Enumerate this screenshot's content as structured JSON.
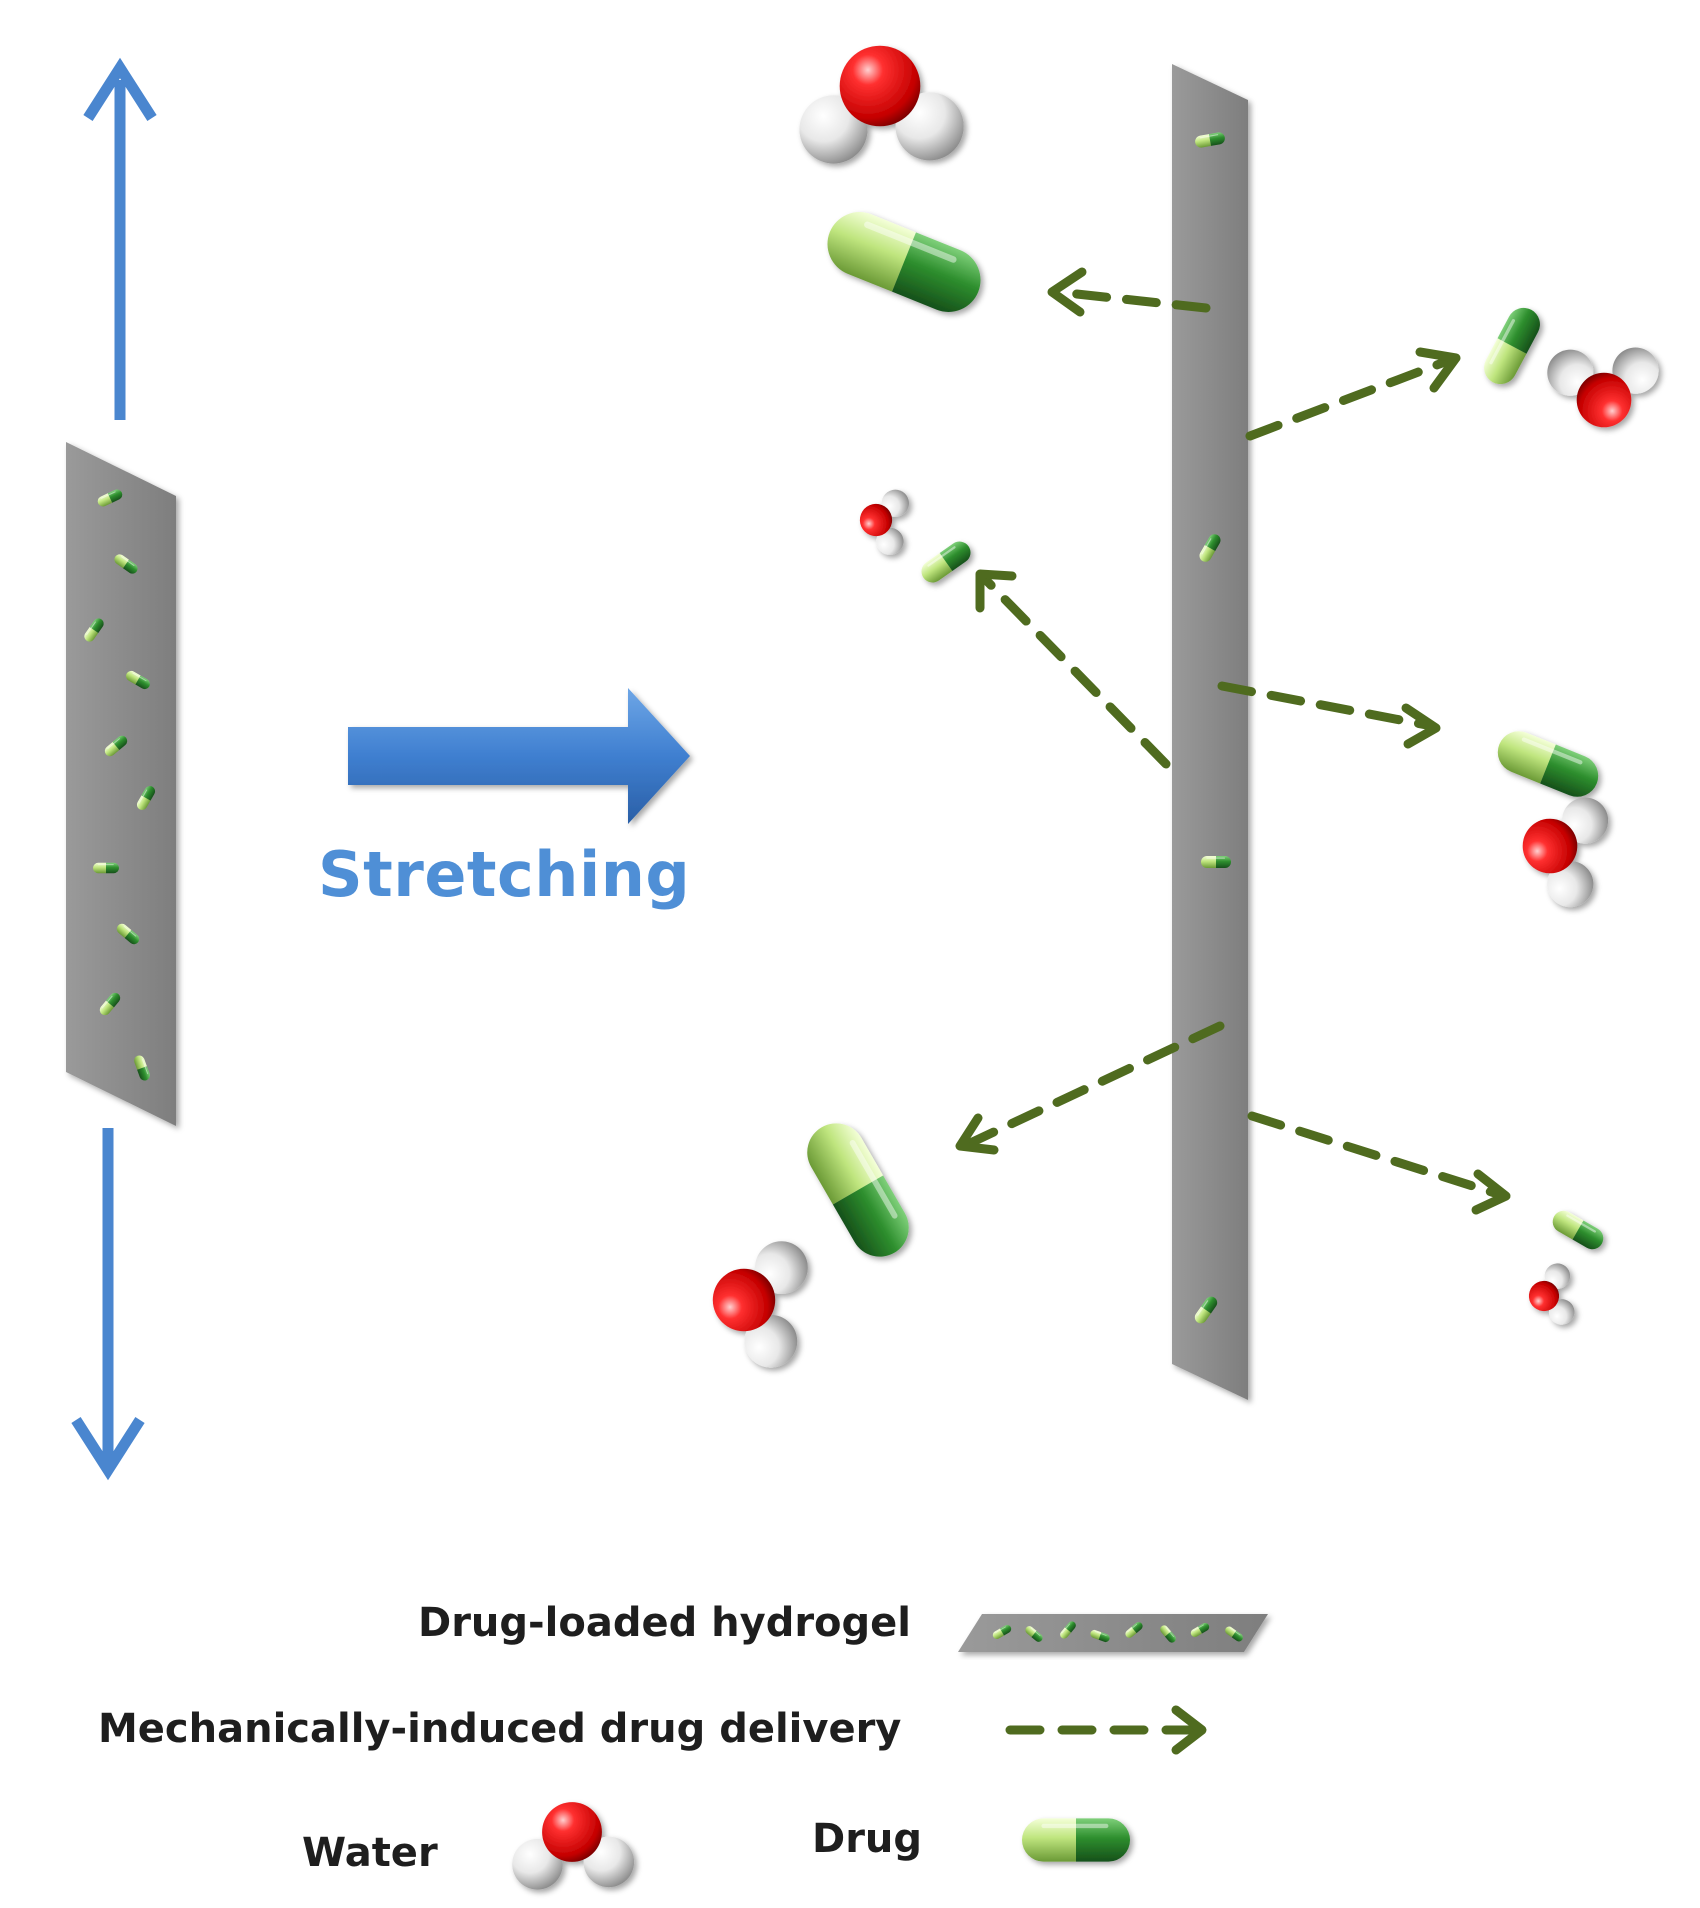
{
  "diagram": {
    "process_label": "Stretching"
  },
  "legend": {
    "hydrogel_label": "Drug-loaded hydrogel",
    "delivery_label": "Mechanically-induced drug delivery",
    "water_label": "Water",
    "drug_label": "Drug"
  },
  "colors": {
    "stretch_arrow": "#4a86cf",
    "hydrogel": "#8c8c8c",
    "delivery_arrow": "#4f6b1f",
    "drug_dark": "#2f8a2f",
    "drug_light": "#c4e88a",
    "water_oxygen": "#e01010",
    "water_hydrogen": "#f2f2f2"
  }
}
